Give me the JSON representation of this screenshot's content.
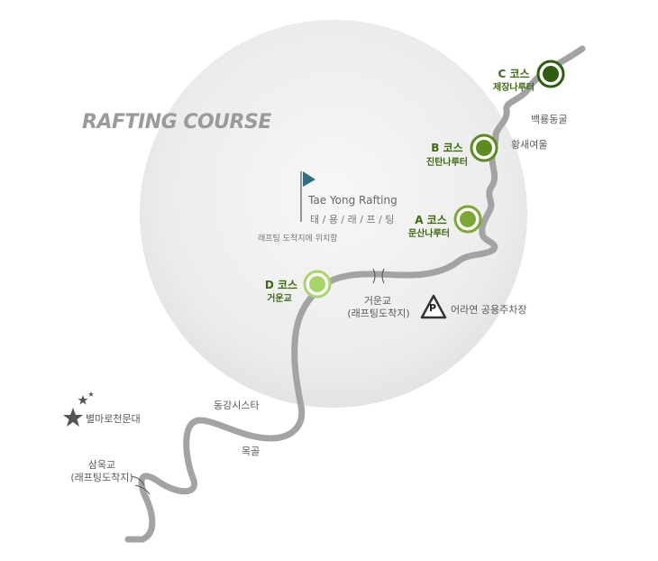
{
  "map_title": "RAFTING COURSE",
  "base": {
    "name": "Tae Yong Rafting",
    "name_kr": "태 / 용 / 래 / 프 / 팅",
    "note": "래프팅 도착지에 위치함"
  },
  "courses": [
    {
      "code": "A 코스",
      "put_in": "문산나루터",
      "color": "#7ba832"
    },
    {
      "code": "B 코스",
      "put_in": "진탄나루터",
      "color": "#5a8c1e"
    },
    {
      "code": "C 코스",
      "put_in": "제장나루터",
      "color": "#2f5d0f"
    },
    {
      "code": "D 코스",
      "put_in": "거운교",
      "color": "#a6d66a"
    }
  ],
  "places": {
    "baekryong_cave": "백룡동굴",
    "hwangsae": "황새여울",
    "geoungyo_name": "거운교",
    "geoungyo_sub": "(래프팅도착지)",
    "parking": "어라연 공용주차장",
    "parking_symbol": "P",
    "donggang_cistar": "동강시스타",
    "mokgol": "목골",
    "samokgyo_name": "삼옥교",
    "samokgyo_sub": "(래프팅도착지)",
    "observatory": "별마로천문대"
  },
  "colors": {
    "river": "#a3a3a3",
    "circle_center": "#f4f4f4",
    "circle_edge": "#e2e2e2",
    "flag": "#2f6f7f",
    "course_text": "#3e6b12"
  }
}
